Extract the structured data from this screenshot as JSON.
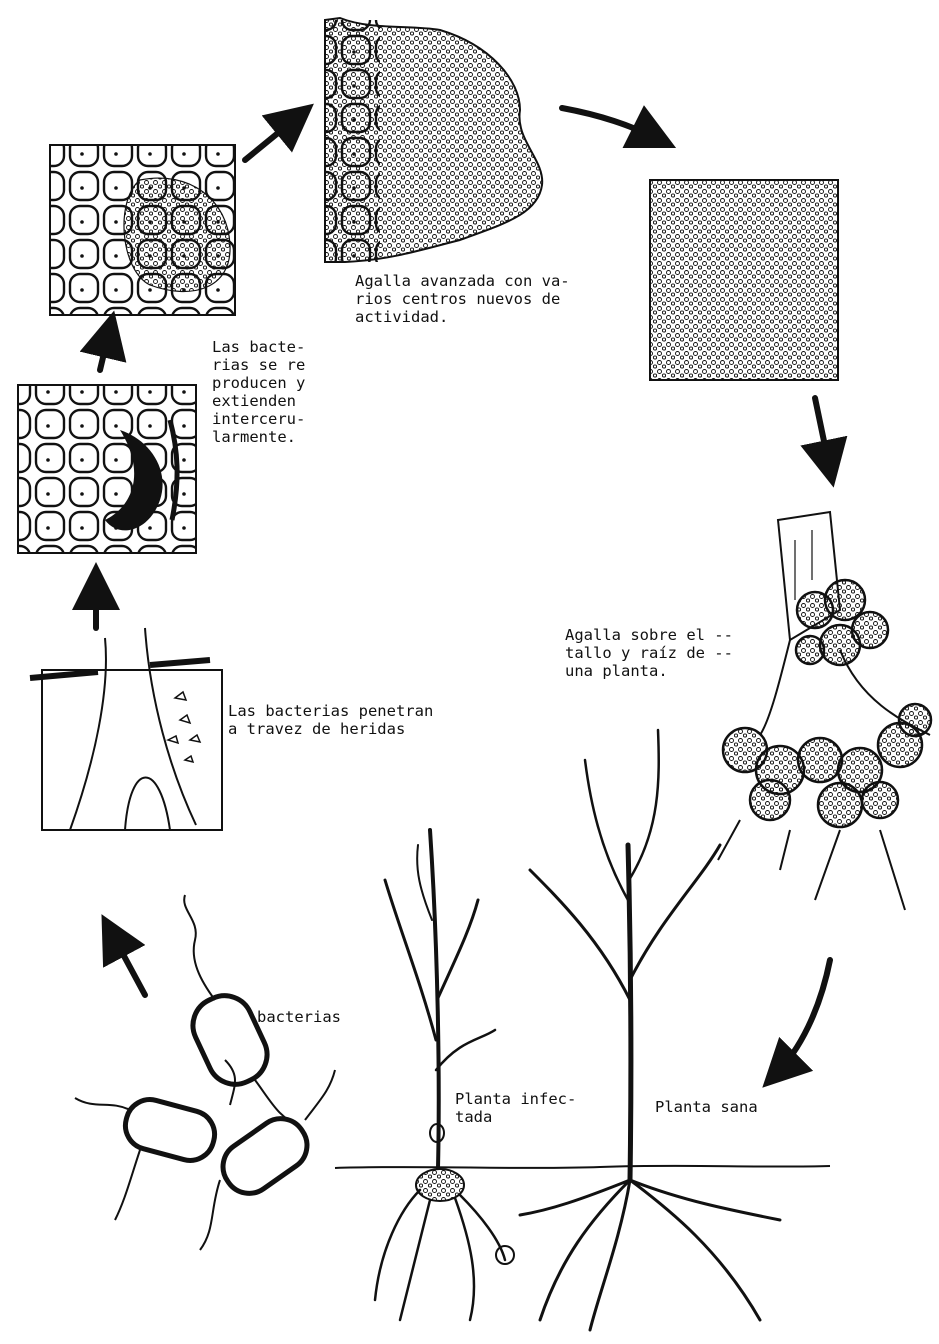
{
  "labels": {
    "entry": "Las bacterias penetran\na travez de heridas",
    "reproduce": "Las bacte-\nrias se re\nproducen y\nextienden\ninterceru-\nlarmente.",
    "advanced": "Agalla avanzada con va-\nrios centros nuevos de\nactividad.",
    "gall_on_plant": "Agalla sobre el --\ntallo y raíz de --\nuna planta.",
    "bacteria": "bacterias",
    "infected": "Planta infec-\ntada",
    "healthy": "Planta sana"
  },
  "colors": {
    "ink": "#111111",
    "paper": "#ffffff"
  }
}
